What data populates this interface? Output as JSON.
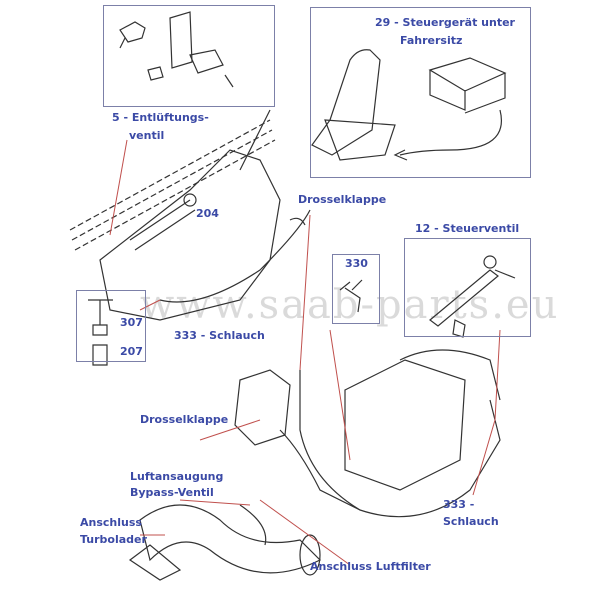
{
  "watermark": "www.saab-parts.eu",
  "labels": {
    "vent_5_line1": "5 - Entlüftungs-",
    "vent_5_line2": "ventil",
    "ecu_29_line1": "29 - Steuergerät unter",
    "ecu_29_line2": "Fahrersitz",
    "part_204": "204",
    "throttle_top": "Drosselklappe",
    "control_valve_12": "12 - Steuerventil",
    "part_330": "330",
    "part_307": "307",
    "part_207": "207",
    "hose_333_left": "333 - Schlauch",
    "throttle_bottom": "Drosselklappe",
    "bypass_line1": "Luftansaugung",
    "bypass_line2": "Bypass-Ventil",
    "turbo_line1": "Anschluss",
    "turbo_line2": "Turbolader",
    "hose_333_right_line1": "333 -",
    "hose_333_right_line2": "Schlauch",
    "air_filter": "Anschluss Luftfilter"
  },
  "colors": {
    "label": "#3b4aa6",
    "leader": "#c0504d",
    "box": "#7c80a8"
  }
}
